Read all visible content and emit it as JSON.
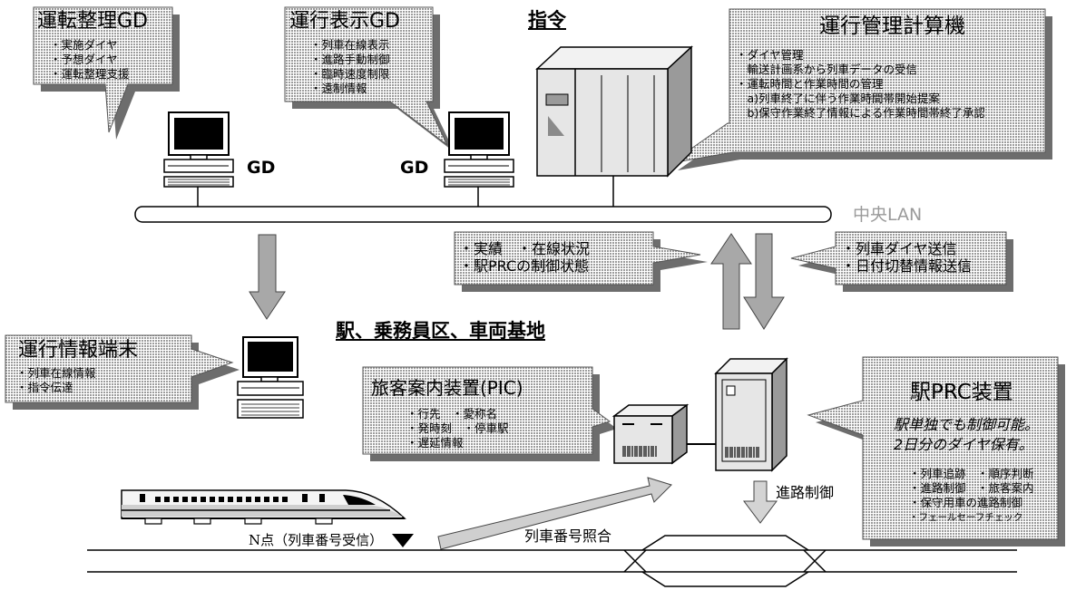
{
  "headings": {
    "command_center": "指令",
    "stations": "駅、乗務員区、車両基地"
  },
  "lan": {
    "label": "中央LAN"
  },
  "gd_label": "GD",
  "callouts": {
    "operation_adjust_gd": {
      "title": "運転整理GD",
      "items": [
        "・実施ダイヤ",
        "・予想ダイヤ",
        "・運転整理支援"
      ]
    },
    "operation_display_gd": {
      "title": "運行表示GD",
      "items": [
        "・列車在線表示",
        "・進路手動制御",
        "・臨時速度制限",
        "・遠制情報"
      ]
    },
    "traffic_computer": {
      "title": "運行管理計算機",
      "items": [
        "・ダイヤ管理",
        "　輸送計画系から列車データの受信",
        "・運転時間と作業時間の管理",
        "　a)列車終了に伴う作業時間帯開始提案",
        "　b)保守作業終了情報による作業時間帯終了承認"
      ]
    },
    "uplink_info": {
      "items": [
        "・実績　・在線状況",
        "・駅PRCの制御状態"
      ]
    },
    "downlink_info": {
      "items": [
        "・列車ダイヤ送信",
        "・日付切替情報送信"
      ]
    },
    "info_terminal": {
      "title": "運行情報端末",
      "items": [
        "・列車在線情報",
        "・指令伝達"
      ]
    },
    "pic": {
      "title": "旅客案内装置(PIC)",
      "items": [
        "・行先　・愛称名",
        "・発時刻　・停車駅",
        "・遅延情報"
      ]
    },
    "prc": {
      "title": "駅PRC装置",
      "italic_lines": [
        "駅単独でも制御可能。",
        "2日分のダイヤ保有。"
      ],
      "items": [
        "・列車追跡　・順序判断",
        "・進路制御　・旅客案内",
        "・保守用車の進路制御",
        "・フェールセーフチェック"
      ]
    }
  },
  "route_control_label": "進路制御",
  "n_point_label": "N点（列車番号受信）",
  "train_number_match_label": "列車番号照合",
  "colors": {
    "callout_fill": "#d6d6d6",
    "arrow_fill": "#a8a8a8",
    "lan_label": "#9a9a9a",
    "equipment_fill": "#e6e6e6"
  }
}
